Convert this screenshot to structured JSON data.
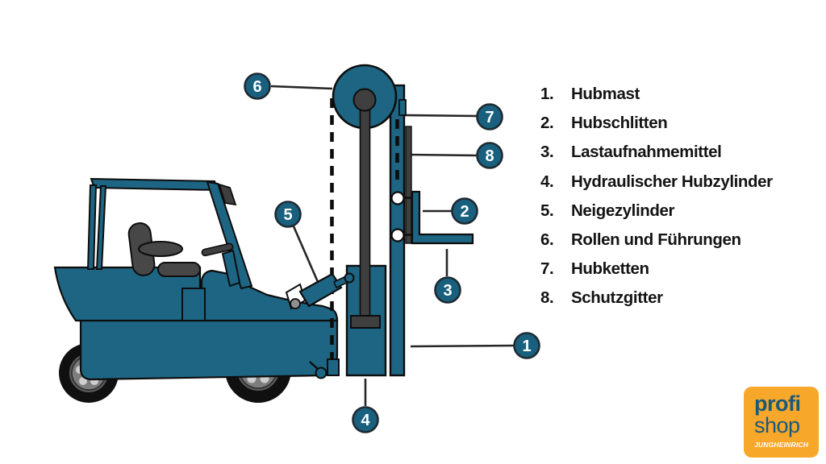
{
  "colors": {
    "body_teal": "#1d6583",
    "dark_gray": "#3f3f3f",
    "outline": "#0d0d0d",
    "callout_fill": "#19607f",
    "callout_stroke": "#1e2a32",
    "leader_line": "#262626",
    "logo_orange": "#f7a72a",
    "logo_text_teal": "#1a5a79",
    "logo_brand_white": "#ffffff"
  },
  "legend": {
    "items": [
      {
        "num": "1.",
        "label": "Hubmast"
      },
      {
        "num": "2.",
        "label": "Hubschlitten"
      },
      {
        "num": "3.",
        "label": "Lastaufnahmemittel"
      },
      {
        "num": "4.",
        "label": "Hydraulischer Hubzylinder"
      },
      {
        "num": "5.",
        "label": "Neigezylinder"
      },
      {
        "num": "6.",
        "label": "Rollen und Führungen"
      },
      {
        "num": "7.",
        "label": "Hubketten"
      },
      {
        "num": "8.",
        "label": "Schutzgitter"
      }
    ]
  },
  "callouts": {
    "c1": "1",
    "c2": "2",
    "c3": "3",
    "c4": "4",
    "c5": "5",
    "c6": "6",
    "c7": "7",
    "c8": "8"
  },
  "logo": {
    "line1": "profi",
    "line2": "shop",
    "brand": "JUNGHEINRICH"
  }
}
